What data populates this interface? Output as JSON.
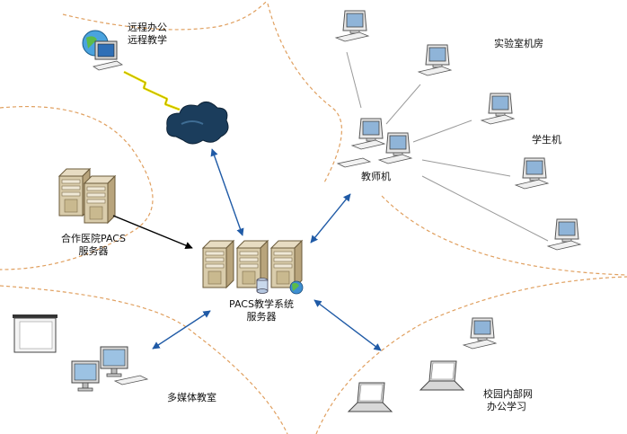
{
  "labels": {
    "remote_line1": "远程办公",
    "remote_line2": "远程教学",
    "lab_room": "实验室机房",
    "student_pc": "学生机",
    "teacher_pc": "教师机",
    "partner_line1": "合作医院PACS",
    "partner_line2": "服务器",
    "pacs_line1": "PACS教学系统",
    "pacs_line2": "服务器",
    "multimedia": "多媒体教室",
    "campus_line1": "校园内部网",
    "campus_line2": "办公学习"
  },
  "colors": {
    "arrow_blue": "#1f5aa6",
    "arrow_black": "#000000",
    "zone_border": "#e0a060",
    "lightning": "#f2e600",
    "cloud": "#1b3d5c"
  },
  "icons": {
    "globe_pc": "globe-computer-icon",
    "cloud": "cloud-icon",
    "server": "server-icon",
    "desktop": "desktop-computer-icon",
    "laptop": "laptop-icon",
    "projector_screen": "projector-screen-icon"
  }
}
